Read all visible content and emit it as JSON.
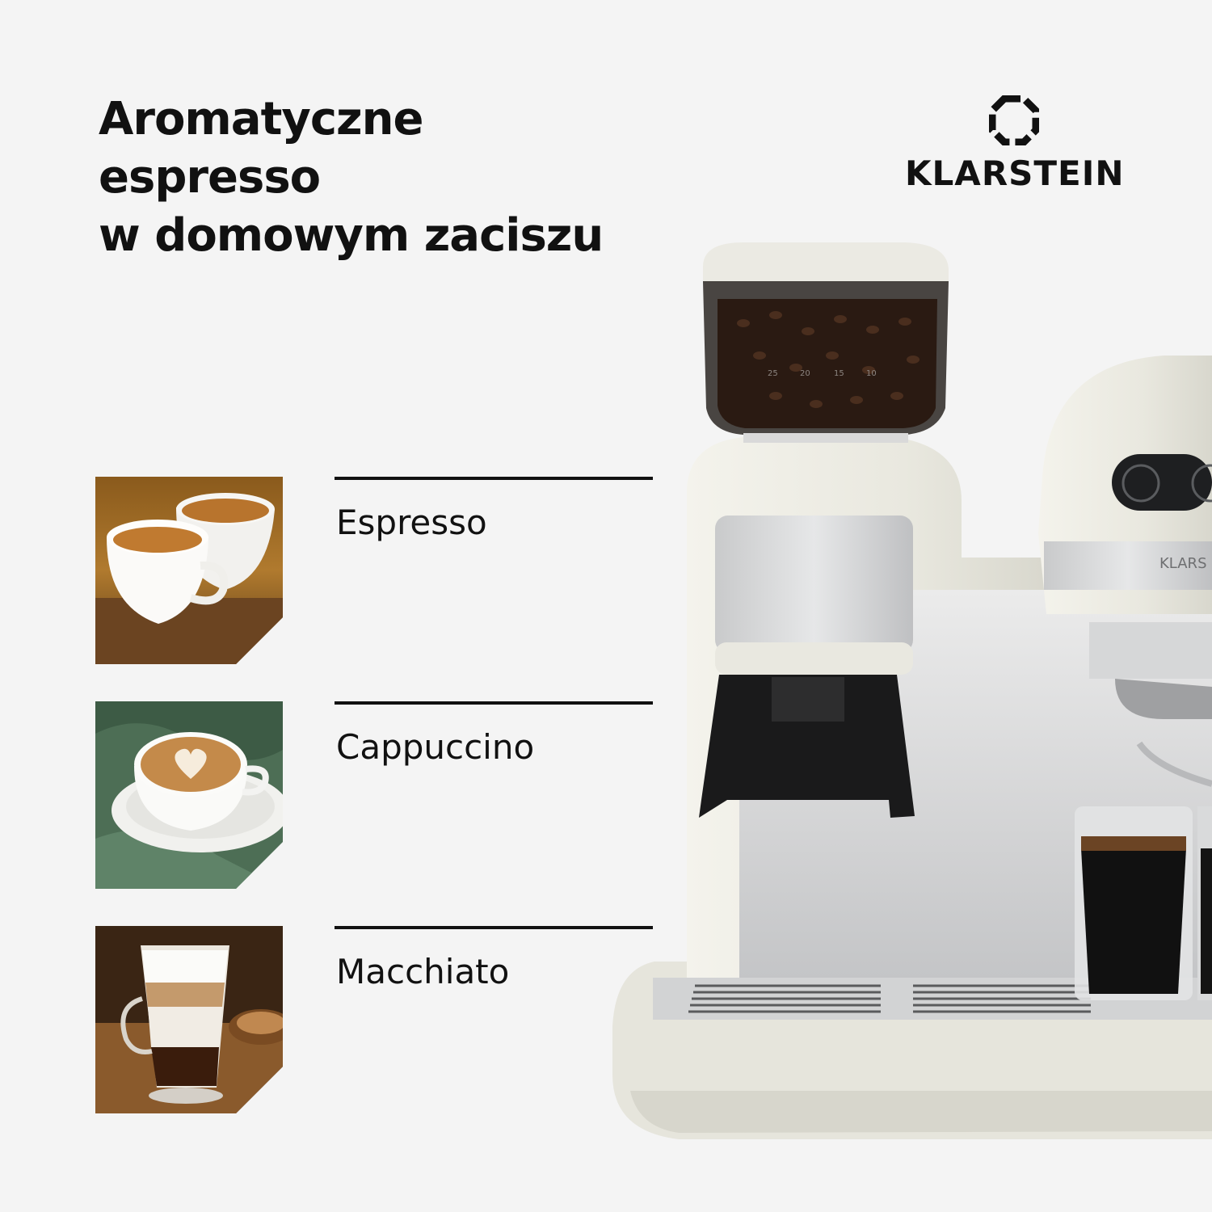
{
  "headline": {
    "line1": "Aromatyczne",
    "line2": "espresso",
    "line3": "w domowym zaciszu"
  },
  "brand": {
    "name": "KLARSTEIN",
    "icon": "klarstein-diamond-logo-icon"
  },
  "items": [
    {
      "label": "Espresso",
      "image": "espresso-cups-photo"
    },
    {
      "label": "Cappuccino",
      "image": "cappuccino-latte-art-photo"
    },
    {
      "label": "Macchiato",
      "image": "latte-macchiato-glass-photo"
    }
  ],
  "machine": {
    "image": "espresso-machine-with-grinder",
    "panel_brand": "KLARS",
    "grinder_scale": [
      "25",
      "20",
      "15",
      "10"
    ]
  },
  "colors": {
    "background": "#f4f4f4",
    "text": "#111111",
    "machine_cream": "#ecebe3"
  }
}
